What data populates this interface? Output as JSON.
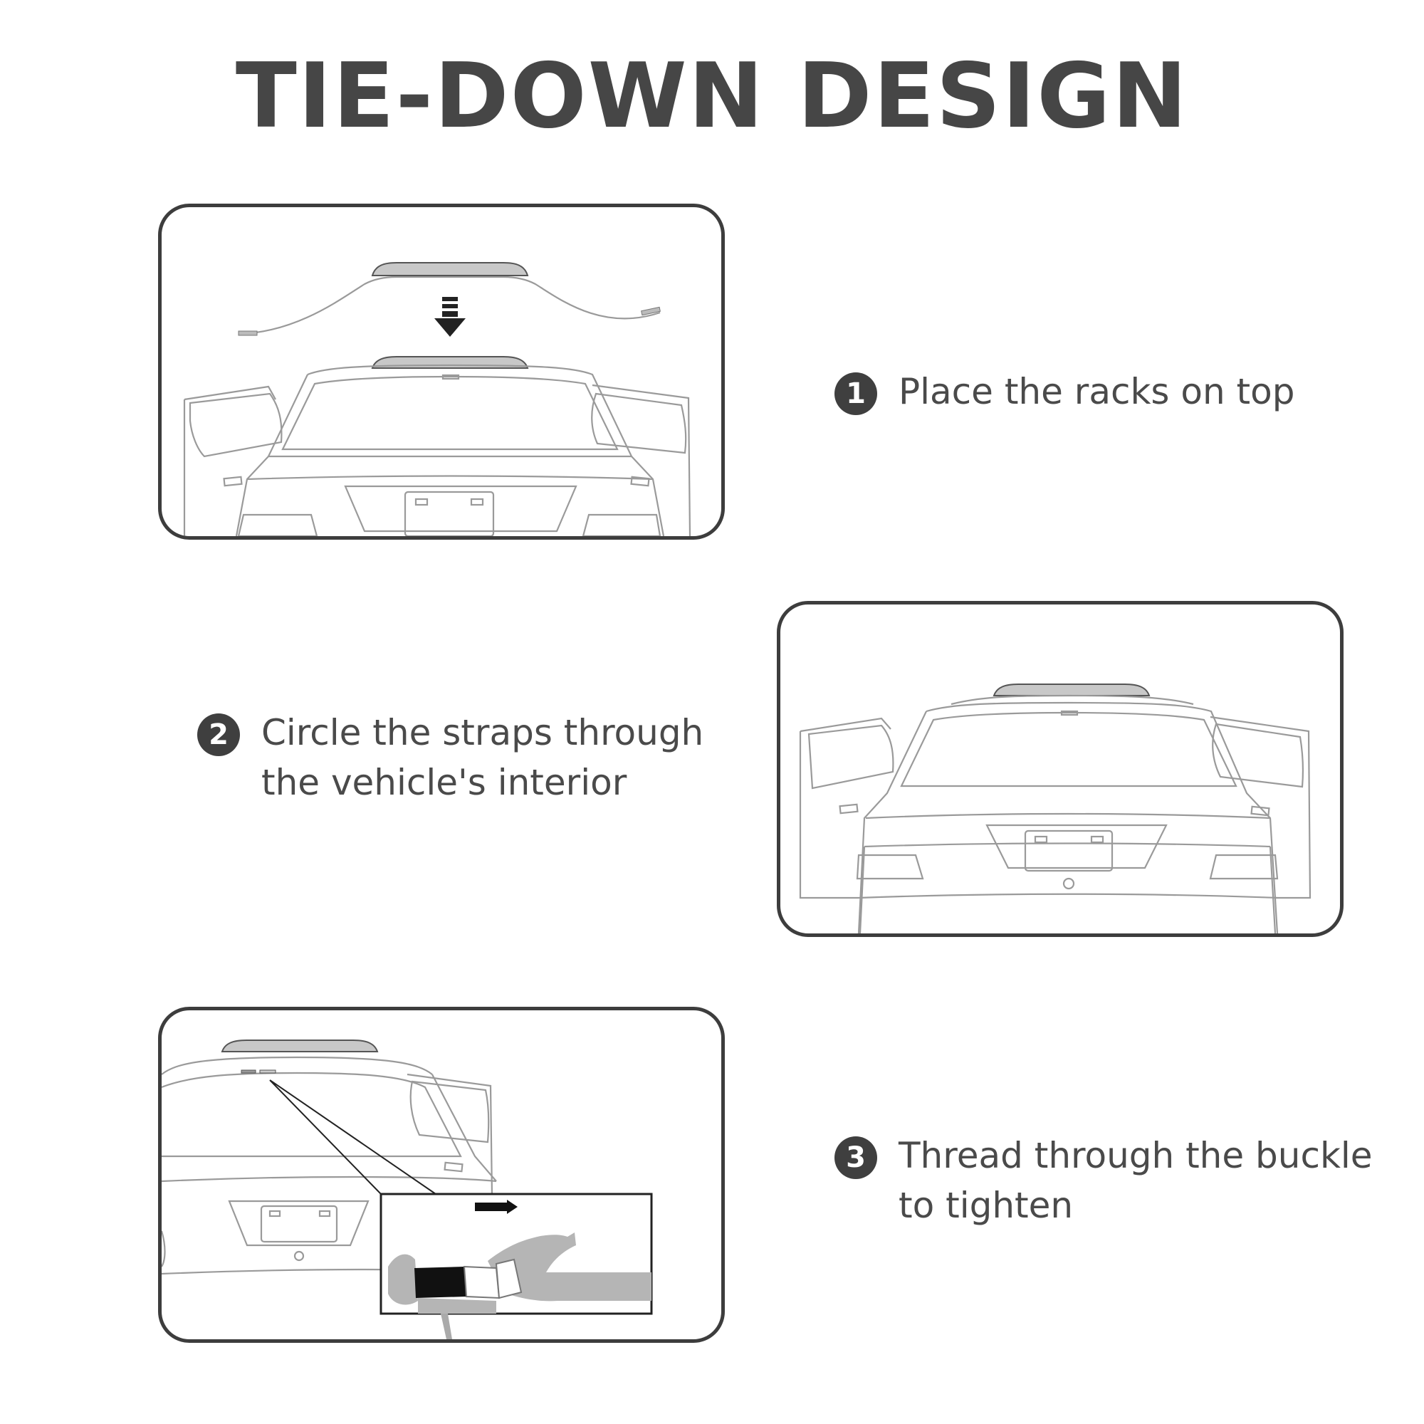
{
  "title": "TIE-DOWN DESIGN",
  "steps": [
    {
      "number": "1",
      "text": "Place the racks on top"
    },
    {
      "number": "2",
      "text": "Circle the straps through the vehicle's interior"
    },
    {
      "number": "3",
      "text": "Thread through the buckle to tighten"
    }
  ],
  "colors": {
    "text": "#444444",
    "border": "#3d3d3d",
    "rack": "#c8c8c8",
    "strap": "#9a9a9a"
  }
}
